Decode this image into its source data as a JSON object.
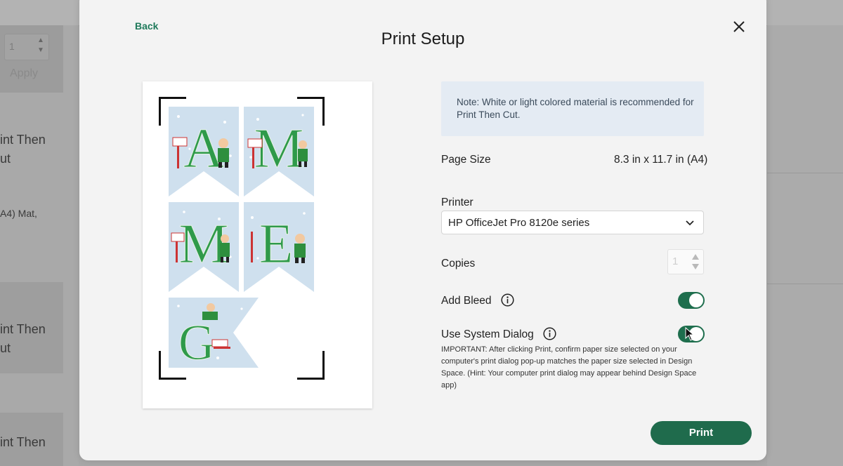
{
  "background": {
    "stepper_value": "1",
    "apply_label": "Apply",
    "item1": "int Then\nut",
    "item2": "A4) Mat,",
    "item3": "int Then\nut",
    "item4": "int Then"
  },
  "modal": {
    "back_label": "Back",
    "title": "Print Setup",
    "note": "Note: White or light colored material is recommended for Print Then Cut.",
    "page_size_label": "Page Size",
    "page_size_value": "8.3 in x 11.7 in (A4)",
    "printer_label": "Printer",
    "printer_selected": "HP OfficeJet Pro 8120e series",
    "copies_label": "Copies",
    "copies_value": "1",
    "add_bleed_label": "Add Bleed",
    "add_bleed_on": true,
    "use_system_dialog_label": "Use System Dialog",
    "use_system_dialog_on": true,
    "important_text": "IMPORTANT: After clicking Print, confirm paper size selected on your computer's print dialog pop-up matches the paper size selected in Design Space. (Hint: Your computer print dialog may appear behind Design Space app)",
    "print_label": "Print"
  },
  "preview": {
    "letters": [
      "A",
      "M",
      "M",
      "E",
      "G"
    ]
  },
  "colors": {
    "accent_green": "#1f6b4c",
    "pennant_blue": "#cfe0ee",
    "letter_green": "#2f9a4a",
    "note_bg": "#e4ebf3"
  },
  "icons": [
    "close-icon",
    "chevron-down-icon",
    "info-icon",
    "stepper-arrows-icon",
    "mouse-cursor-icon"
  ]
}
